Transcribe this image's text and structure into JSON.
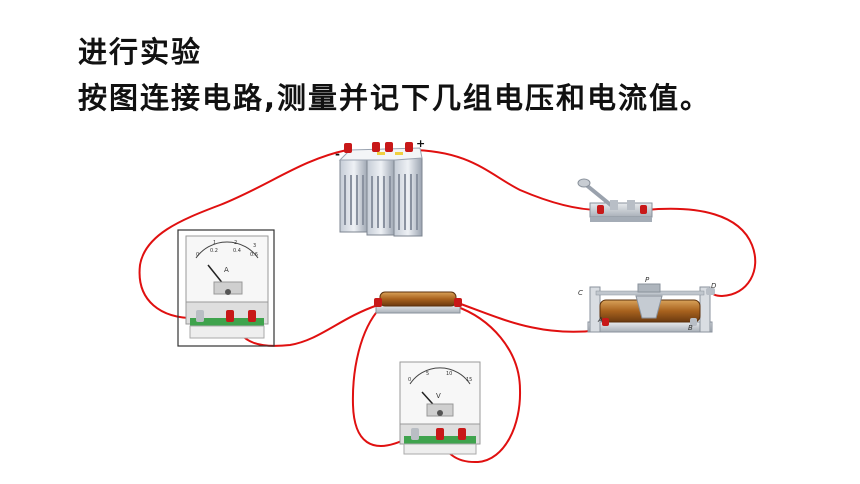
{
  "heading": {
    "title": "进行实验",
    "instruction": "按图连接电路,测量并记下几组电压和电流值。"
  },
  "ammeter": {
    "unit": "A",
    "scale": [
      "0",
      "0.2",
      "0.4",
      "0.6"
    ],
    "scale_top": [
      "1",
      "2",
      "3"
    ]
  },
  "voltmeter": {
    "unit": "V",
    "scale": [
      "0",
      "5",
      "10",
      "15"
    ]
  },
  "battery": {
    "minus": "-",
    "plus": "+"
  },
  "rheostat": {
    "labels": [
      "C",
      "P",
      "D",
      "A",
      "B"
    ]
  },
  "wire_color": "#e01010"
}
